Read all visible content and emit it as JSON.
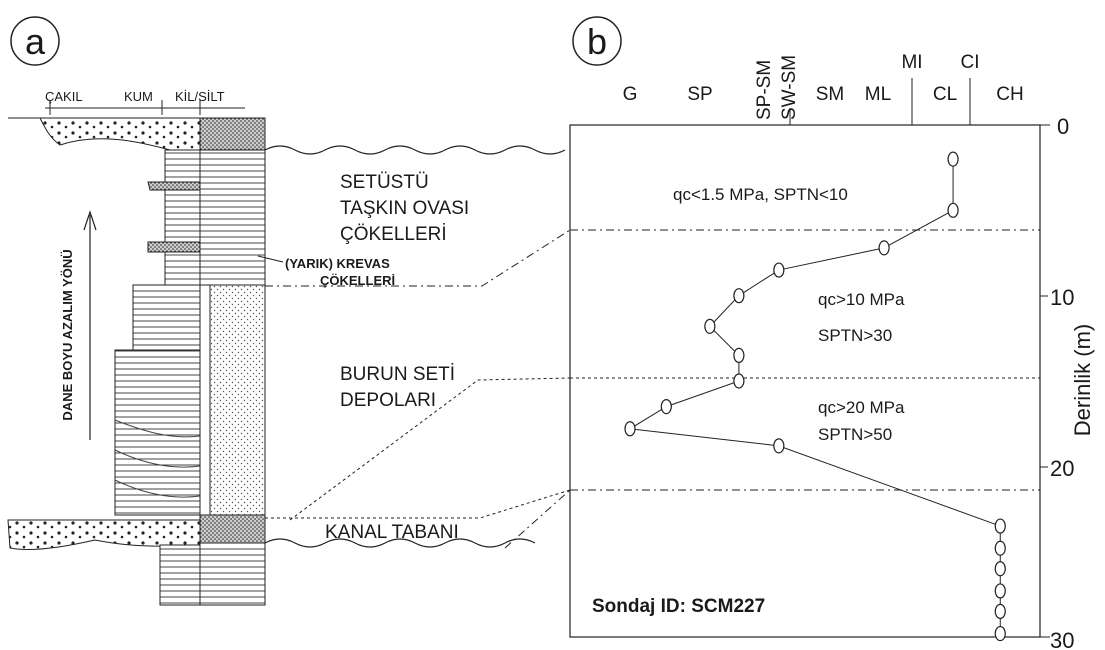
{
  "panel_a": {
    "letter": "a",
    "grain_scale": [
      "ÇAKIL",
      "KUM",
      "KİL/SİLT"
    ],
    "arrow_label": "DANE BOYU AZALIM YÖNÜ",
    "units": [
      {
        "line1": "SETÜSTÜ",
        "line2": "TAŞKIN OVASI",
        "line3": "ÇÖKELLERİ"
      },
      {
        "line1": "(YARIK) KREVAS",
        "line2": "ÇÖKELLERİ"
      },
      {
        "line1": "BURUN SETİ",
        "line2": "DEPOLARI"
      },
      {
        "line1": "KANAL TABANI"
      }
    ]
  },
  "panel_b": {
    "letter": "b",
    "soil_classes": [
      "G",
      "SP",
      "SP-SM",
      "SW-SM",
      "SM",
      "ML",
      "MI",
      "CL",
      "CI",
      "CH"
    ],
    "ylabel": "Derinlik (m)",
    "yticks": [
      "0",
      "10",
      "20",
      "30"
    ],
    "zone_labels": [
      {
        "line1": "qc<1.5 MPa, SPTN<10",
        "line2": ""
      },
      {
        "line1": "qc>10 MPa",
        "line2": "SPTN>30"
      },
      {
        "line1": "qc>20 MPa",
        "line2": "SPTN>50"
      }
    ],
    "borehole": "Sondaj ID: SCM227"
  },
  "chart_data": {
    "type": "scatter",
    "xlabel": "",
    "ylabel": "Derinlik (m)",
    "ylim": [
      0,
      30
    ],
    "y_inverted": true,
    "x_categories": [
      "G",
      "SP",
      "SP-SM",
      "SW-SM",
      "SM",
      "ML",
      "MI",
      "CL",
      "CI",
      "CH"
    ],
    "points": [
      {
        "depth": 2.0,
        "class_index": 8.9
      },
      {
        "depth": 5.0,
        "class_index": 8.9
      },
      {
        "depth": 7.2,
        "class_index": 7.0
      },
      {
        "depth": 8.5,
        "class_index": 4.1
      },
      {
        "depth": 10.0,
        "class_index": 3.0
      },
      {
        "depth": 11.8,
        "class_index": 2.2
      },
      {
        "depth": 13.5,
        "class_index": 3.0
      },
      {
        "depth": 15.0,
        "class_index": 3.0
      },
      {
        "depth": 16.5,
        "class_index": 1.0
      },
      {
        "depth": 17.8,
        "class_index": 0.0
      },
      {
        "depth": 18.8,
        "class_index": 4.1
      },
      {
        "depth": 23.5,
        "class_index": 10.2
      },
      {
        "depth": 24.8,
        "class_index": 10.2
      },
      {
        "depth": 26.0,
        "class_index": 10.2
      },
      {
        "depth": 27.3,
        "class_index": 10.2
      },
      {
        "depth": 28.5,
        "class_index": 10.2
      },
      {
        "depth": 29.8,
        "class_index": 10.2
      }
    ],
    "zone_boundaries_depth": [
      6.0,
      15.0,
      21.5
    ]
  }
}
